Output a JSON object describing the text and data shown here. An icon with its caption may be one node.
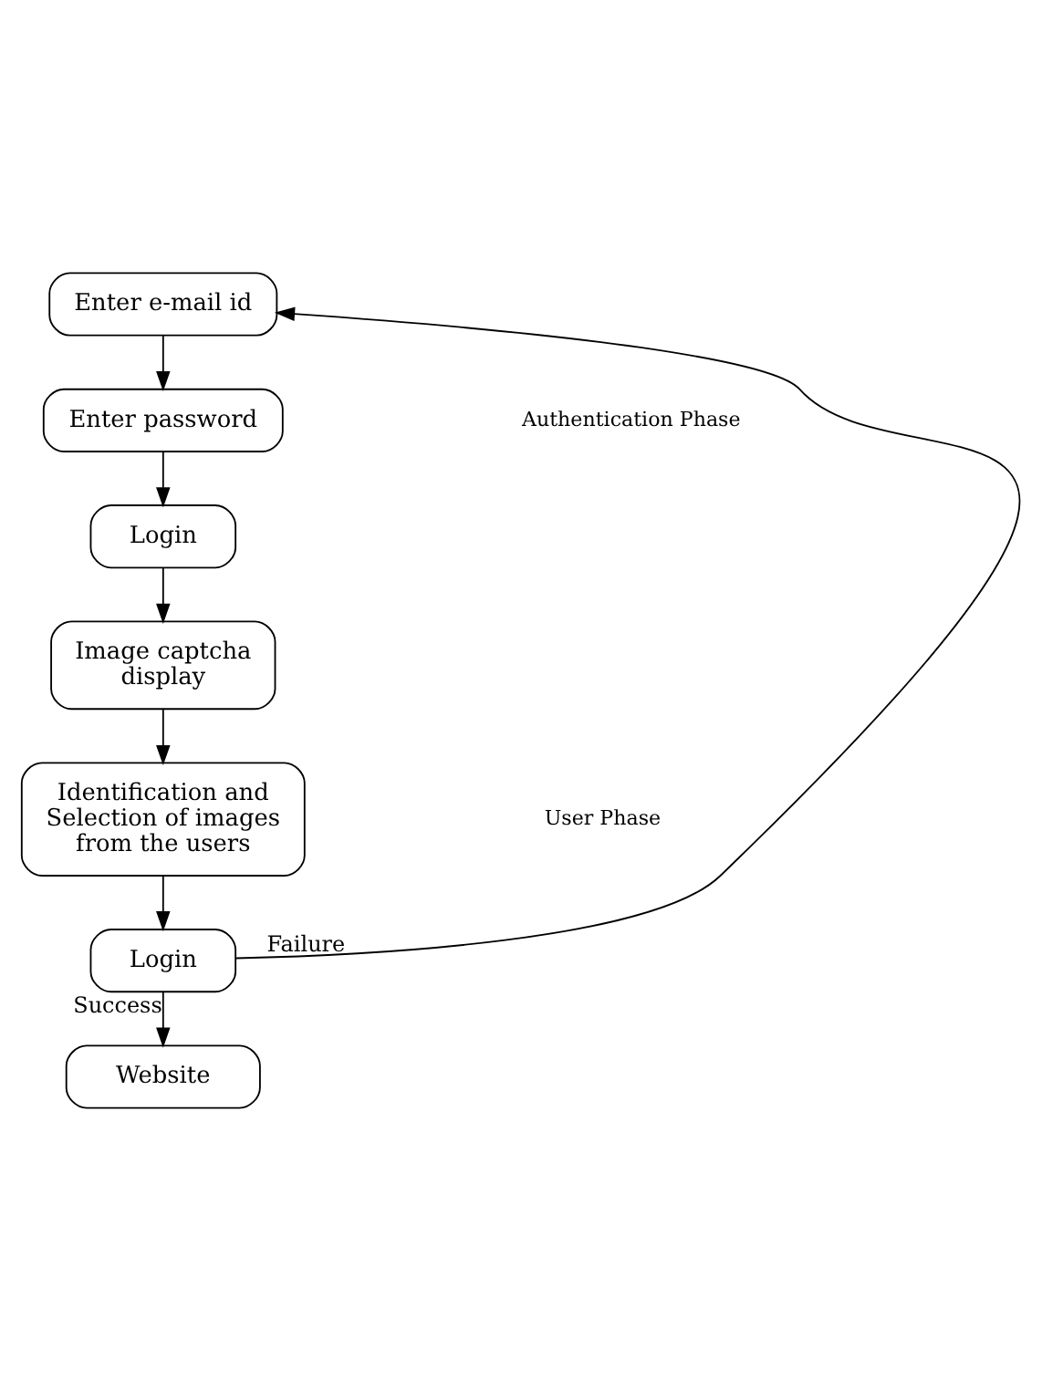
{
  "diagram": {
    "nodes": [
      {
        "text": [
          "Enter e-mail id"
        ]
      },
      {
        "text": [
          "Enter password"
        ]
      },
      {
        "text": [
          "Login"
        ]
      },
      {
        "text": [
          "Image captcha display"
        ]
      },
      {
        "text": [
          "Identification and Selection of images from the users"
        ]
      },
      {
        "text": [
          "Login"
        ]
      },
      {
        "text": [
          "Website"
        ]
      }
    ],
    "edges": [
      {
        "from": 0,
        "to": 1,
        "arrow": "to"
      },
      {
        "from": 1,
        "to": 2,
        "arrow": "to"
      },
      {
        "from": 2,
        "to": 3,
        "arrow": "to"
      },
      {
        "from": 3,
        "to": 4,
        "arrow": "to"
      },
      {
        "from": 4,
        "to": 5,
        "arrow": "to"
      },
      {
        "from": 5,
        "to": 0,
        "arrow": "to",
        "label": "Failure"
      },
      {
        "from": 5,
        "to": 6,
        "arrow": "to",
        "label": "Success"
      }
    ],
    "labels": [
      "Authentication Phase",
      "User Phase"
    ]
  }
}
